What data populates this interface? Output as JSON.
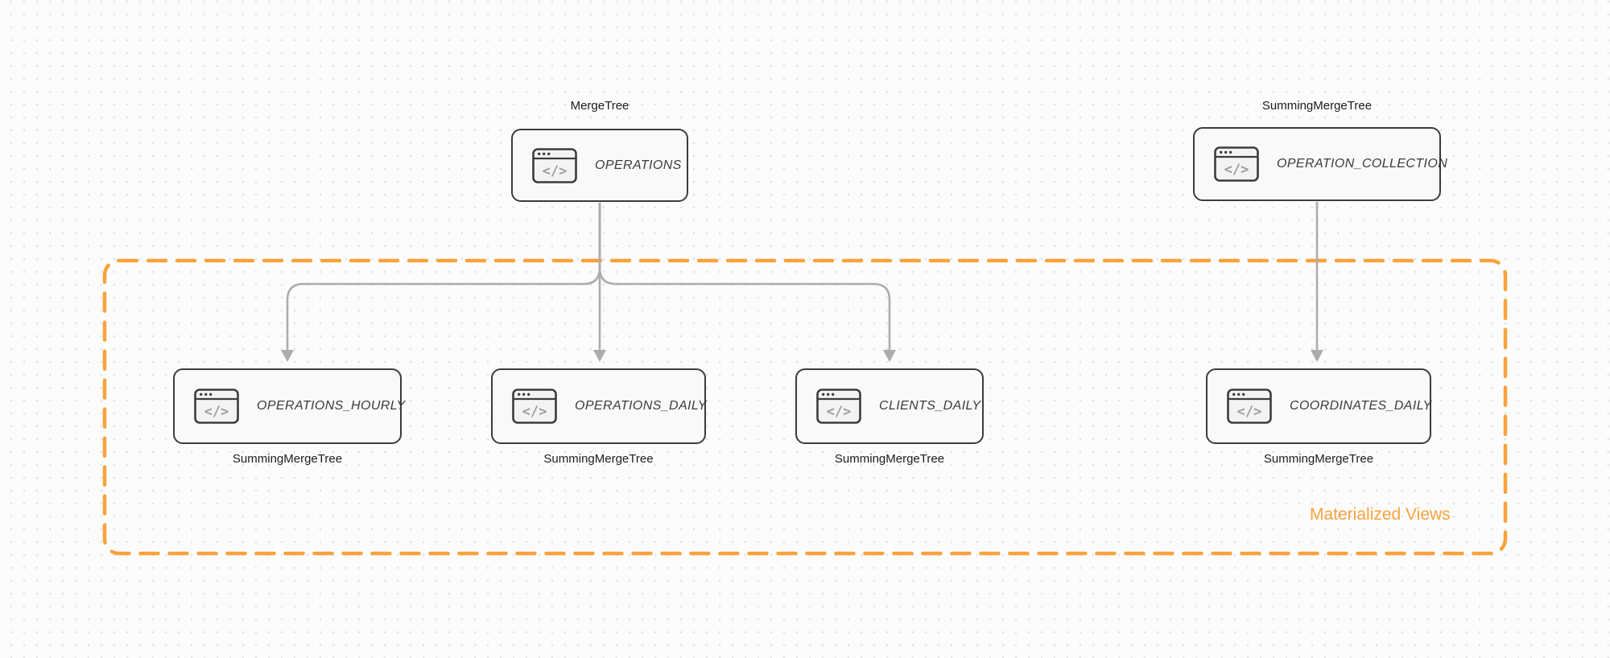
{
  "canvas": {
    "background": "#FCFCFC",
    "dot_grid_color": "#E2E2E2"
  },
  "colors": {
    "node_border": "#3C3C3C",
    "node_fill": "#F9F9F9",
    "node_text": "#3B3B3B",
    "engine_label_text": "#1C1C1C",
    "arrow": "#ACACAC",
    "accent_orange": "#F9A23C",
    "icon_glyph_gray": "#9C9C9C"
  },
  "icons": {
    "node_icon": "code-window-icon",
    "code_glyph": "</>"
  },
  "nodes": [
    {
      "id": "OPERATIONS",
      "label": "OPERATIONS",
      "engine_label": "MergeTree",
      "engine_label_position": "above"
    },
    {
      "id": "OPERATION_COLLECTION",
      "label": "OPERATION_COLLECTION",
      "engine_label": "SummingMergeTree",
      "engine_label_position": "above"
    },
    {
      "id": "OPERATIONS_HOURLY",
      "label": "OPERATIONS_HOURLY",
      "engine_label": "SummingMergeTree",
      "engine_label_position": "below"
    },
    {
      "id": "OPERATIONS_DAILY",
      "label": "OPERATIONS_DAILY",
      "engine_label": "SummingMergeTree",
      "engine_label_position": "below"
    },
    {
      "id": "CLIENTS_DAILY",
      "label": "CLIENTS_DAILY",
      "engine_label": "SummingMergeTree",
      "engine_label_position": "below"
    },
    {
      "id": "COORDINATES_DAILY",
      "label": "COORDINATES_DAILY",
      "engine_label": "SummingMergeTree",
      "engine_label_position": "below"
    }
  ],
  "edges": [
    {
      "from": "OPERATIONS",
      "to": "OPERATIONS_HOURLY"
    },
    {
      "from": "OPERATIONS",
      "to": "OPERATIONS_DAILY"
    },
    {
      "from": "OPERATIONS",
      "to": "CLIENTS_DAILY"
    },
    {
      "from": "OPERATION_COLLECTION",
      "to": "COORDINATES_DAILY"
    }
  ],
  "group": {
    "label": "Materialized Views",
    "style": "orange-dashed-rounded-rectangle"
  }
}
